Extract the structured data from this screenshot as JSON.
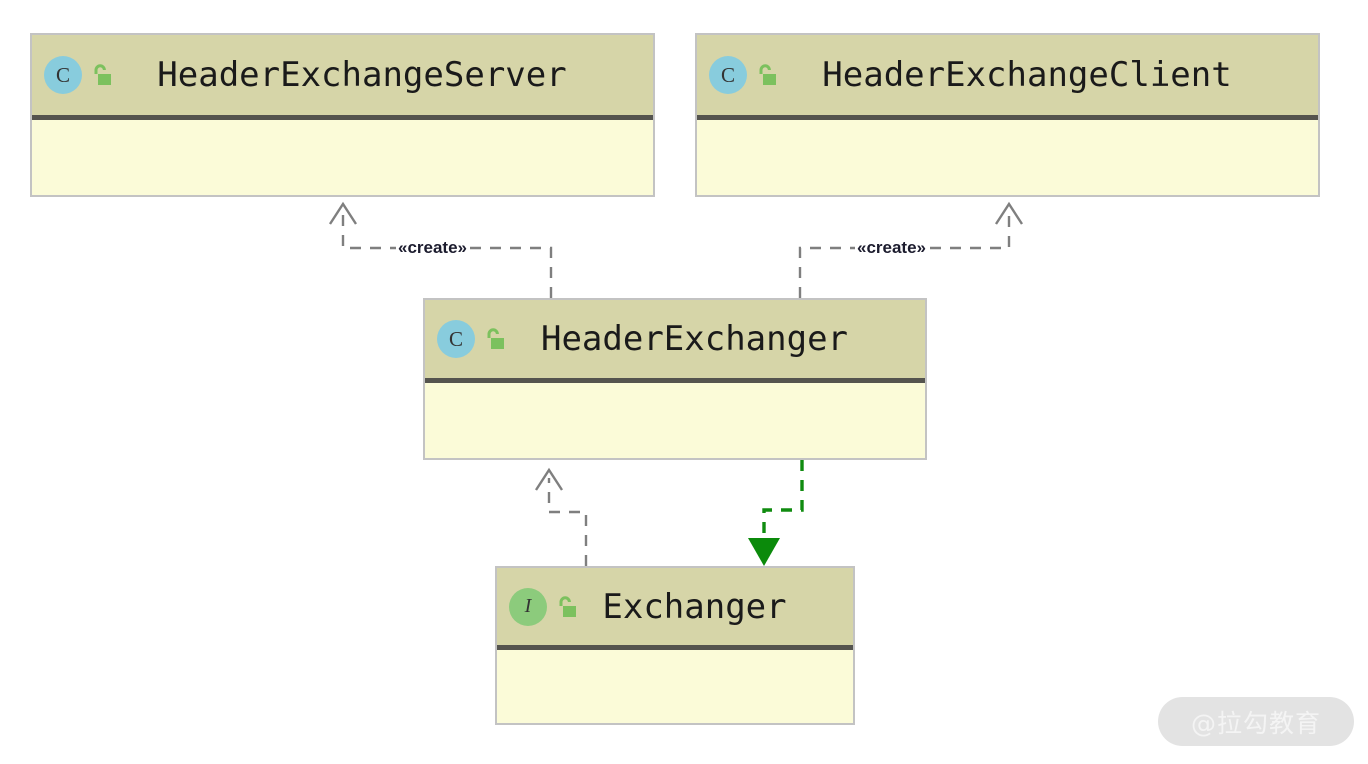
{
  "diagram": {
    "type": "uml-class-diagram",
    "background_color": "#ffffff",
    "palette": {
      "header_fill": "#d6d5a8",
      "body_fill": "#fbfbd8",
      "border": "#c3c3c3",
      "separator": "#55544e",
      "class_badge": "#88ccdd",
      "interface_badge": "#8ccb7c",
      "lock": "#7cc15e",
      "dependency_line": "#7f7f7f",
      "realization_line": "#108c10"
    },
    "classes": [
      {
        "id": "header-exchange-server",
        "name": "HeaderExchangeServer",
        "stereotype_letter": "C",
        "kind": "class",
        "visibility_icon": "unlocked-padlock-icon",
        "members": []
      },
      {
        "id": "header-exchange-client",
        "name": "HeaderExchangeClient",
        "stereotype_letter": "C",
        "kind": "class",
        "visibility_icon": "unlocked-padlock-icon",
        "members": []
      },
      {
        "id": "header-exchanger",
        "name": "HeaderExchanger",
        "stereotype_letter": "C",
        "kind": "class",
        "visibility_icon": "unlocked-padlock-icon",
        "members": []
      },
      {
        "id": "exchanger",
        "name": "Exchanger",
        "stereotype_letter": "I",
        "kind": "interface",
        "visibility_icon": "unlocked-padlock-icon",
        "members": []
      }
    ],
    "relationships": [
      {
        "id": "create-server",
        "from": "header-exchanger",
        "to": "header-exchange-server",
        "kind": "dependency",
        "label": "«create»",
        "style": "dashed",
        "color": "#7f7f7f",
        "arrowhead": "open"
      },
      {
        "id": "create-client",
        "from": "header-exchanger",
        "to": "header-exchange-client",
        "kind": "dependency",
        "label": "«create»",
        "style": "dashed",
        "color": "#7f7f7f",
        "arrowhead": "open"
      },
      {
        "id": "exchanger-to-header-exchanger",
        "from": "exchanger",
        "to": "header-exchanger",
        "kind": "dependency",
        "label": "",
        "style": "dashed",
        "color": "#7f7f7f",
        "arrowhead": "open"
      },
      {
        "id": "header-exchanger-realizes-exchanger",
        "from": "header-exchanger",
        "to": "exchanger",
        "kind": "realization",
        "label": "",
        "style": "dashed",
        "color": "#108c10",
        "arrowhead": "filled-triangle"
      }
    ]
  },
  "watermark": {
    "text": "@拉勾教育"
  }
}
